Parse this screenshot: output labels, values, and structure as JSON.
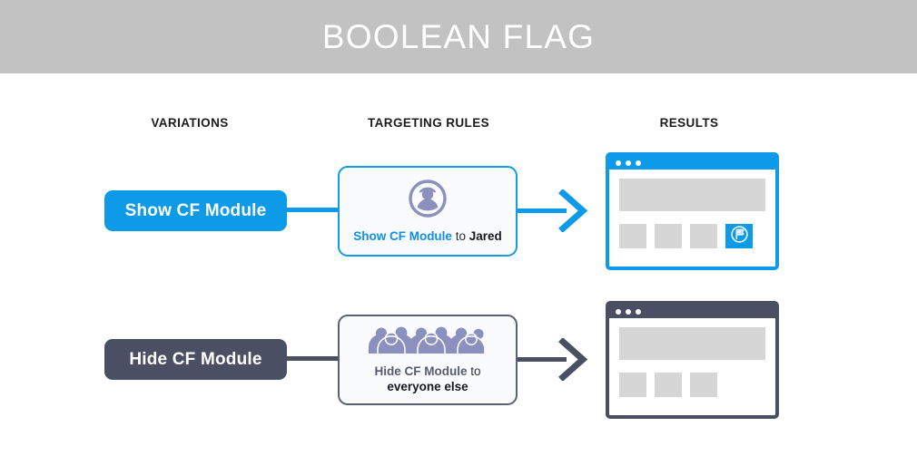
{
  "header": {
    "title": "BOOLEAN FLAG",
    "background_color": "#c2c2c2",
    "text_color": "#ffffff"
  },
  "columns": {
    "variations_label": "VARIATIONS",
    "targeting_rules_label": "TARGETING RULES",
    "results_label": "RESULTS"
  },
  "colors": {
    "accent_blue": "#0d9ae8",
    "slate": "#4b4f63",
    "icon_purple": "#8b90bf",
    "placeholder_gray": "#d6d6d6",
    "card_background": "#fafbfd"
  },
  "rows": [
    {
      "variation": {
        "label": "Show CF Module",
        "color": "#0d9ae8",
        "text_color": "#ffffff"
      },
      "rule": {
        "icon": "single-user-icon",
        "action": "Show CF Module",
        "connector": "to",
        "audience": "Jared",
        "action_color": "#0d8ef0",
        "border_color": "#139be6"
      },
      "arrow": {
        "icon": "arrow-right-icon",
        "color": "#0d9ae8"
      },
      "result": {
        "frame_color": "#0d9ae8",
        "dots": 3,
        "module_visible": true,
        "module_icon": "cf-flag-icon",
        "tiles": 4
      }
    },
    {
      "variation": {
        "label": "Hide CF Module",
        "color": "#4b4f63",
        "text_color": "#ffffff"
      },
      "rule": {
        "icon": "crowd-of-people-icon",
        "action": "Hide CF Module",
        "connector": "to",
        "audience": "everyone else",
        "action_color": "#565b73",
        "border_color": "#5c6075"
      },
      "arrow": {
        "icon": "arrow-right-icon",
        "color": "#4b4f63"
      },
      "result": {
        "frame_color": "#4b4f63",
        "dots": 3,
        "module_visible": false,
        "module_icon": "",
        "tiles": 3
      }
    }
  ]
}
